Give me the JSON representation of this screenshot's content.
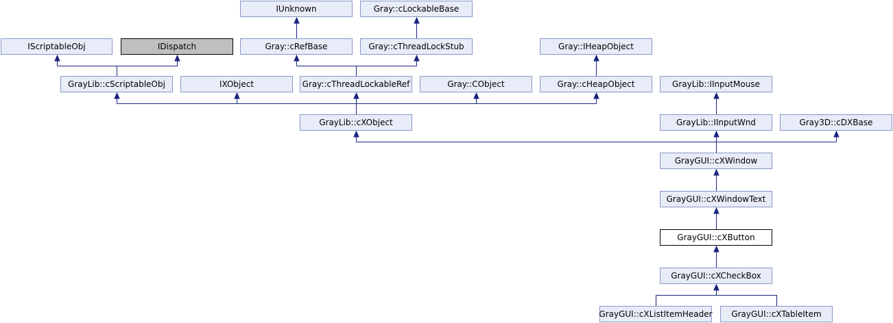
{
  "diagram": {
    "colors": {
      "node_fill": "#e8ecf8",
      "node_border": "#8497c8",
      "highlight_fill": "#ffffff",
      "highlight_border": "#000000",
      "gray_fill": "#bfbfbf",
      "gray_border": "#000000",
      "edge": "#1a237e",
      "text": "#000000"
    },
    "nodes": [
      {
        "id": "IUnknown",
        "label": "IUnknown",
        "style": "normal"
      },
      {
        "id": "cLockableBase",
        "label": "Gray::cLockableBase",
        "style": "normal"
      },
      {
        "id": "IScriptableObj",
        "label": "IScriptableObj",
        "style": "normal"
      },
      {
        "id": "IDispatch",
        "label": "IDispatch",
        "style": "gray"
      },
      {
        "id": "cRefBase",
        "label": "Gray::cRefBase",
        "style": "normal"
      },
      {
        "id": "cThreadLockStub",
        "label": "Gray::cThreadLockStub",
        "style": "normal"
      },
      {
        "id": "IHeapObject",
        "label": "Gray::IHeapObject",
        "style": "normal"
      },
      {
        "id": "GL_cScriptableObj",
        "label": "GrayLib::cScriptableObj",
        "style": "normal"
      },
      {
        "id": "IXObject",
        "label": "IXObject",
        "style": "normal"
      },
      {
        "id": "cThreadLockableRef",
        "label": "Gray::cThreadLockableRef",
        "style": "normal"
      },
      {
        "id": "CObject",
        "label": "Gray::CObject",
        "style": "normal"
      },
      {
        "id": "cHeapObject",
        "label": "Gray::cHeapObject",
        "style": "normal"
      },
      {
        "id": "IInputMouse",
        "label": "GrayLib::IInputMouse",
        "style": "normal"
      },
      {
        "id": "cXObject",
        "label": "GrayLib::cXObject",
        "style": "normal"
      },
      {
        "id": "IInputWnd",
        "label": "GrayLib::IInputWnd",
        "style": "normal"
      },
      {
        "id": "cDXBase",
        "label": "Gray3D::cDXBase",
        "style": "normal"
      },
      {
        "id": "cXWindow",
        "label": "GrayGUI::cXWindow",
        "style": "normal"
      },
      {
        "id": "cXWindowText",
        "label": "GrayGUI::cXWindowText",
        "style": "normal"
      },
      {
        "id": "cXButton",
        "label": "GrayGUI::cXButton",
        "style": "highlight"
      },
      {
        "id": "cXCheckBox",
        "label": "GrayGUI::cXCheckBox",
        "style": "normal"
      },
      {
        "id": "cXListItemHeader",
        "label": "GrayGUI::cXListItemHeader",
        "style": "normal"
      },
      {
        "id": "cXTableItem",
        "label": "GrayGUI::cXTableItem",
        "style": "normal"
      }
    ],
    "edges": [
      {
        "from": "cRefBase",
        "to": "IUnknown"
      },
      {
        "from": "cThreadLockStub",
        "to": "cLockableBase"
      },
      {
        "from": "GL_cScriptableObj",
        "to": "IScriptableObj"
      },
      {
        "from": "GL_cScriptableObj",
        "to": "IDispatch"
      },
      {
        "from": "cThreadLockableRef",
        "to": "cRefBase"
      },
      {
        "from": "cThreadLockableRef",
        "to": "cThreadLockStub"
      },
      {
        "from": "cHeapObject",
        "to": "IHeapObject"
      },
      {
        "from": "cXObject",
        "to": "GL_cScriptableObj"
      },
      {
        "from": "cXObject",
        "to": "IXObject"
      },
      {
        "from": "cXObject",
        "to": "cThreadLockableRef"
      },
      {
        "from": "cXObject",
        "to": "CObject"
      },
      {
        "from": "cXObject",
        "to": "cHeapObject"
      },
      {
        "from": "IInputWnd",
        "to": "IInputMouse"
      },
      {
        "from": "cXWindow",
        "to": "cXObject"
      },
      {
        "from": "cXWindow",
        "to": "IInputWnd"
      },
      {
        "from": "cXWindow",
        "to": "cDXBase"
      },
      {
        "from": "cXWindowText",
        "to": "cXWindow"
      },
      {
        "from": "cXButton",
        "to": "cXWindowText"
      },
      {
        "from": "cXCheckBox",
        "to": "cXButton"
      },
      {
        "from": "cXListItemHeader",
        "to": "cXCheckBox"
      },
      {
        "from": "cXTableItem",
        "to": "cXCheckBox"
      }
    ]
  }
}
